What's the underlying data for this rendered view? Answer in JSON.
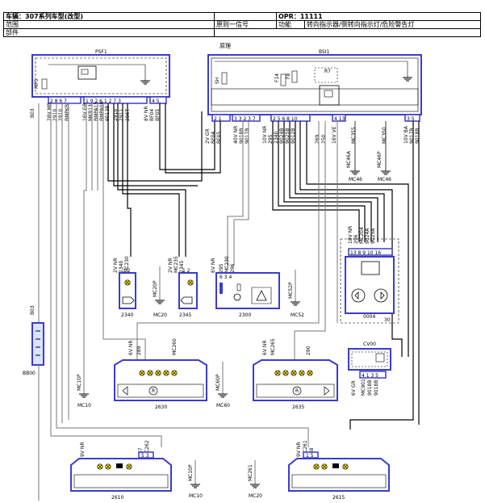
{
  "header": {
    "vehicle": "车辆：307系列车型(改型)",
    "opr": "OPR：11111",
    "scope_label": "范围",
    "doc_label": "原则一信号",
    "func_label": "功能",
    "func_value": "转向指示器/侧转向指示灯/危险警告灯",
    "part_label": "部件",
    "principle_label": "原理"
  },
  "modules": {
    "psf1": "PSF1",
    "bsi1": "BSI1",
    "cv00": "CV00",
    "fuse_mf5": "MF5",
    "fuse_f14": "F14",
    "fuse_f8": "F8",
    "relay_r7": "R7"
  },
  "components": {
    "c2340": "2340",
    "c2345": "2345",
    "c2300": "2300",
    "c0004": "0004",
    "c2630": "2630",
    "c2635": "2635",
    "c2610": "2610",
    "c2615": "2615",
    "bb00": "BB00",
    "b03": "B03",
    "b03_label": "B03"
  },
  "grounds": {
    "mc20a": "MC20",
    "mc20p": "MC20P",
    "mc52": "MC52",
    "mc52p": "MC52P",
    "mc46a": "MC46A",
    "mc46": "MC46",
    "mc46p": "MC46P",
    "mc10a": "MC10",
    "mc10p": "MC10P",
    "mc60": "MC60",
    "mc60p": "MC60P",
    "mc10b": "MC10",
    "mc10pb": "MC10P",
    "mc20b": "MC20",
    "mc261": "MC261"
  },
  "connectors": {
    "psf1_28v": "28V MR",
    "psf1_28v_pins": "2 8 6 7",
    "psf1_16v": "16V GR",
    "psf1_16v_pins": "1 9 2 6 1 2 7 3",
    "psf1_8v": "8V NR",
    "psf1_8v_pins": "4 5",
    "bsi_2v": "2V GR",
    "bsi_2v_pins": "2 1",
    "bsi_40v": "40V NR",
    "bsi_40v_pins": "3 3 2 3 7",
    "bsi_10v": "10V NR",
    "bsi_10v_pins": "2 5 6 8 10",
    "bsi_16v": "16V VE",
    "bsi_16v_pins": "4 13",
    "bsi_10vba": "10V BA",
    "bsi_10vba_pins": "3 5",
    "c2340_conn": "2V NR",
    "c2340_pins": "1 2",
    "c2345_conn": "2V NR",
    "c2345_pins": "1 2",
    "c2300_conn": "6V NR",
    "c2300_pins": "6 3 4",
    "c0004_conn": "18V NR",
    "c0004_pins": "13 8 9 10 16",
    "c2630_conn": "6V NR",
    "c2635_conn": "6V NR",
    "cv00_conn": "6V GR",
    "cv00_pins": "4 1 3 5",
    "c2610_conn": "9V NR",
    "c2610_pins": "5 3",
    "c2615_conn": "9V NR",
    "c2615_pins": "1 5"
  },
  "wires": {
    "psf1_a": "BMPKB",
    "psf1_b": "2910",
    "psf1_c": "2910",
    "psf1_d": "MKB13",
    "psf1_e": "MKB13",
    "psf1_f": "BMPA15",
    "psf1_g": "BMPA08",
    "psf1_h": "9013B",
    "psf1_i": "2910",
    "psf1_j": "2911",
    "psf1_k": "286T",
    "psf1_l": "BF04",
    "psf1_m": "BF05",
    "bsi_a": "BF04",
    "bsi_b": "BF05",
    "bsi_c": "9018B",
    "bsi_d": "9017B",
    "bsi_e": "295",
    "bsi_f": "2340",
    "bsi_g": "9024B",
    "bsi_h": "9025B",
    "bsi_i": "9012B",
    "bsi_j": "269",
    "bsi_k": "250",
    "bsi_l": "MC355",
    "bsi_m": "MC350",
    "bsi_n": "9017B",
    "bsi_o": "9018B",
    "c2340_w": "2340",
    "c2340_w2": "MC230",
    "c2345_w": "2345",
    "c2345_w2": "MC235",
    "c2300_w": "295",
    "c2300_w2": "MC230",
    "c2300_w3": "296",
    "c0004_w1": "296",
    "c0004_w2": "MC204",
    "c0004_w3": "9024A",
    "c0004_w4": "9025A",
    "c2630_w1": "289",
    "c2630_w2": "MC260",
    "c2635_w1": "MC265",
    "c2635_w2": "290",
    "cv00_w1": "MC901",
    "cv00_w2": "9018B",
    "cv00_w3": "9018B",
    "c2610_w1": "237",
    "c2610_w2": "MC262",
    "c2615_w1": "MC261",
    "c2615_w2": "238"
  },
  "extra": {
    "c0004_ref": "30"
  }
}
